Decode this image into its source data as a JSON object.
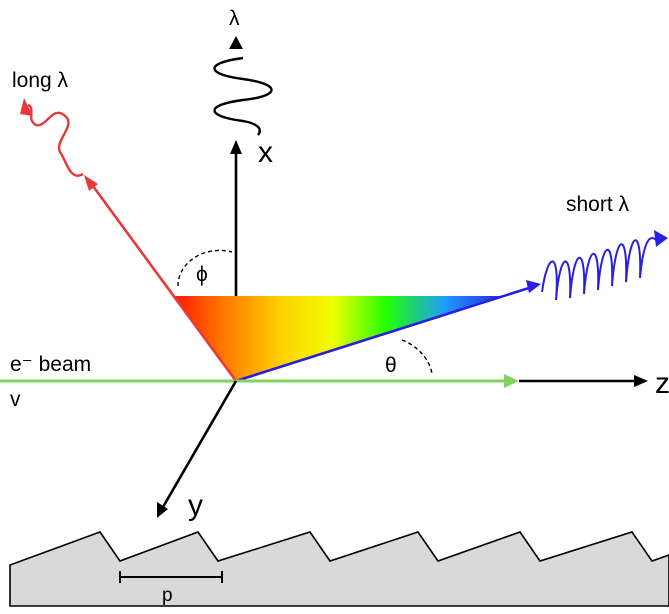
{
  "labels": {
    "lambda_top": "λ",
    "long_lambda": "long λ",
    "short_lambda": "short λ",
    "axis_x": "x",
    "axis_y": "y",
    "axis_z": "z",
    "phi": "ϕ",
    "theta": "θ",
    "beam": "e⁻ beam",
    "velocity": "v",
    "period": "p"
  },
  "colors": {
    "long_ray": "#e8393a",
    "short_ray": "#2a1fe0",
    "beam": "#82d35a",
    "axis": "#000000",
    "grating_fill": "#d9d9d9"
  }
}
